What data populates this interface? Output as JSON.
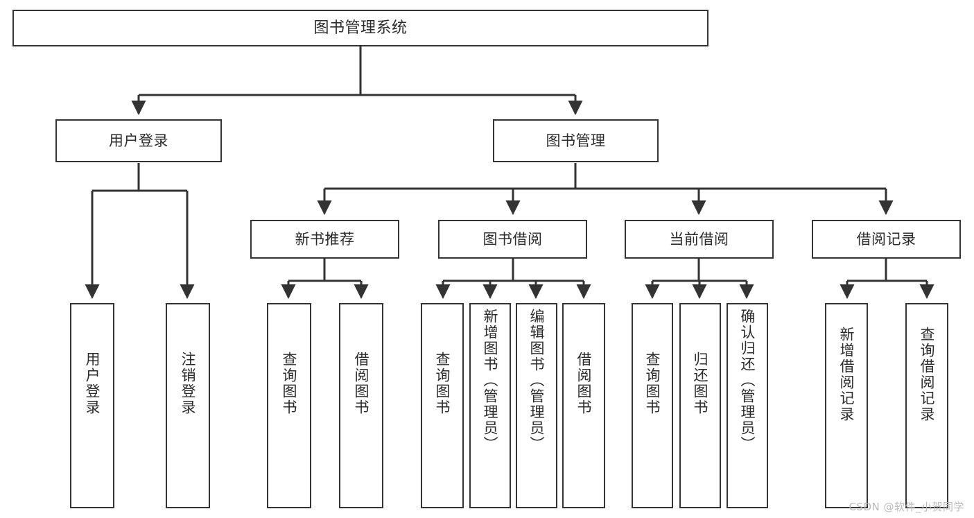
{
  "diagram": {
    "type": "tree-hierarchy",
    "title": "图书管理系统",
    "watermark": "CSDN @软件_小贺同学",
    "colors": {
      "background": "#ffffff",
      "node_border": "#333333",
      "node_fill": "#ffffff",
      "text": "#2b2b2b",
      "edge": "#333333",
      "watermark": "#b9b9b9"
    },
    "levels": {
      "root": {
        "label": "图书管理系统"
      },
      "level2": [
        {
          "label": "用户登录"
        },
        {
          "label": "图书管理"
        }
      ],
      "level3": [
        {
          "label": "新书推荐"
        },
        {
          "label": "图书借阅"
        },
        {
          "label": "当前借阅"
        },
        {
          "label": "借阅记录"
        }
      ]
    },
    "nodes": {
      "root": "图书管理系统",
      "user_login": "用户登录",
      "book_manage": "图书管理",
      "new_book_rec": "新书推荐",
      "book_borrow": "图书借阅",
      "current_borrow": "当前借阅",
      "borrow_record": "借阅记录",
      "leaf_user_login": "用户登录",
      "leaf_user_logout": "注销登录",
      "leaf_query_book_1": "查询图书",
      "leaf_borrow_book_1": "借阅图书",
      "leaf_query_book_2": "查询图书",
      "leaf_add_book_admin": "新增图书（管理员）",
      "leaf_edit_book_admin": "编辑图书（管理员）",
      "leaf_borrow_book_2": "借阅图书",
      "leaf_query_book_3": "查询图书",
      "leaf_return_book": "归还图书",
      "leaf_confirm_return_admin": "确认归还（管理员）",
      "leaf_add_record": "新增借阅记录",
      "leaf_query_record": "查询借阅记录"
    }
  }
}
